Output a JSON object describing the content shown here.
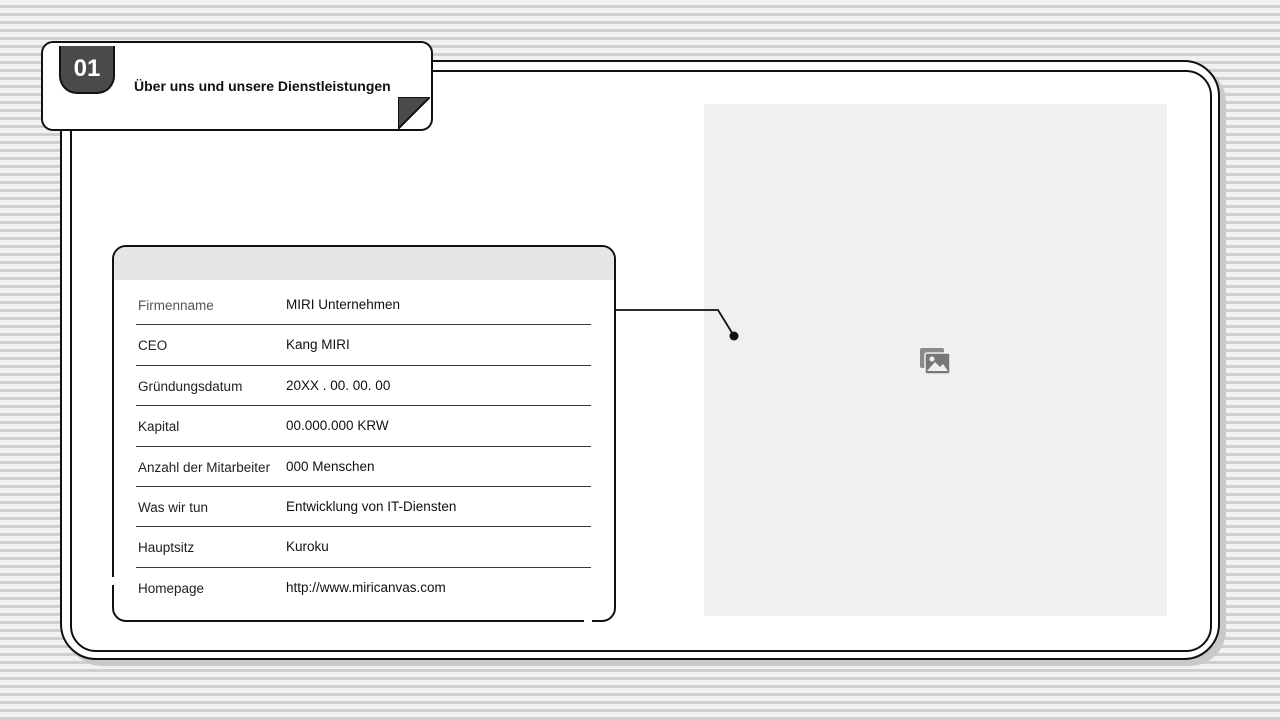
{
  "header": {
    "badge": "01",
    "title": "Über uns und unsere Dienstleistungen"
  },
  "company_info": {
    "rows": [
      {
        "label": "Firmenname",
        "value": "MIRI Unternehmen"
      },
      {
        "label": "CEO",
        "value": "Kang MIRI"
      },
      {
        "label": "Gründungsdatum",
        "value": "20XX . 00. 00. 00"
      },
      {
        "label": "Kapital",
        "value": "00.000.000 KRW"
      },
      {
        "label": "Anzahl der Mitarbeiter",
        "value": "000 Menschen"
      },
      {
        "label": "Was wir tun",
        "value": "Entwicklung von IT-Diensten"
      },
      {
        "label": "Hauptsitz",
        "value": "Kuroku"
      },
      {
        "label": "Homepage",
        "value": "http://www.miricanvas.com"
      }
    ]
  },
  "image_placeholder": {
    "icon": "image-icon"
  },
  "colors": {
    "stroke": "#111111",
    "badge": "#4a4a4a",
    "placeholder": "#f0f0f0",
    "card_header": "#e6e6e6"
  }
}
